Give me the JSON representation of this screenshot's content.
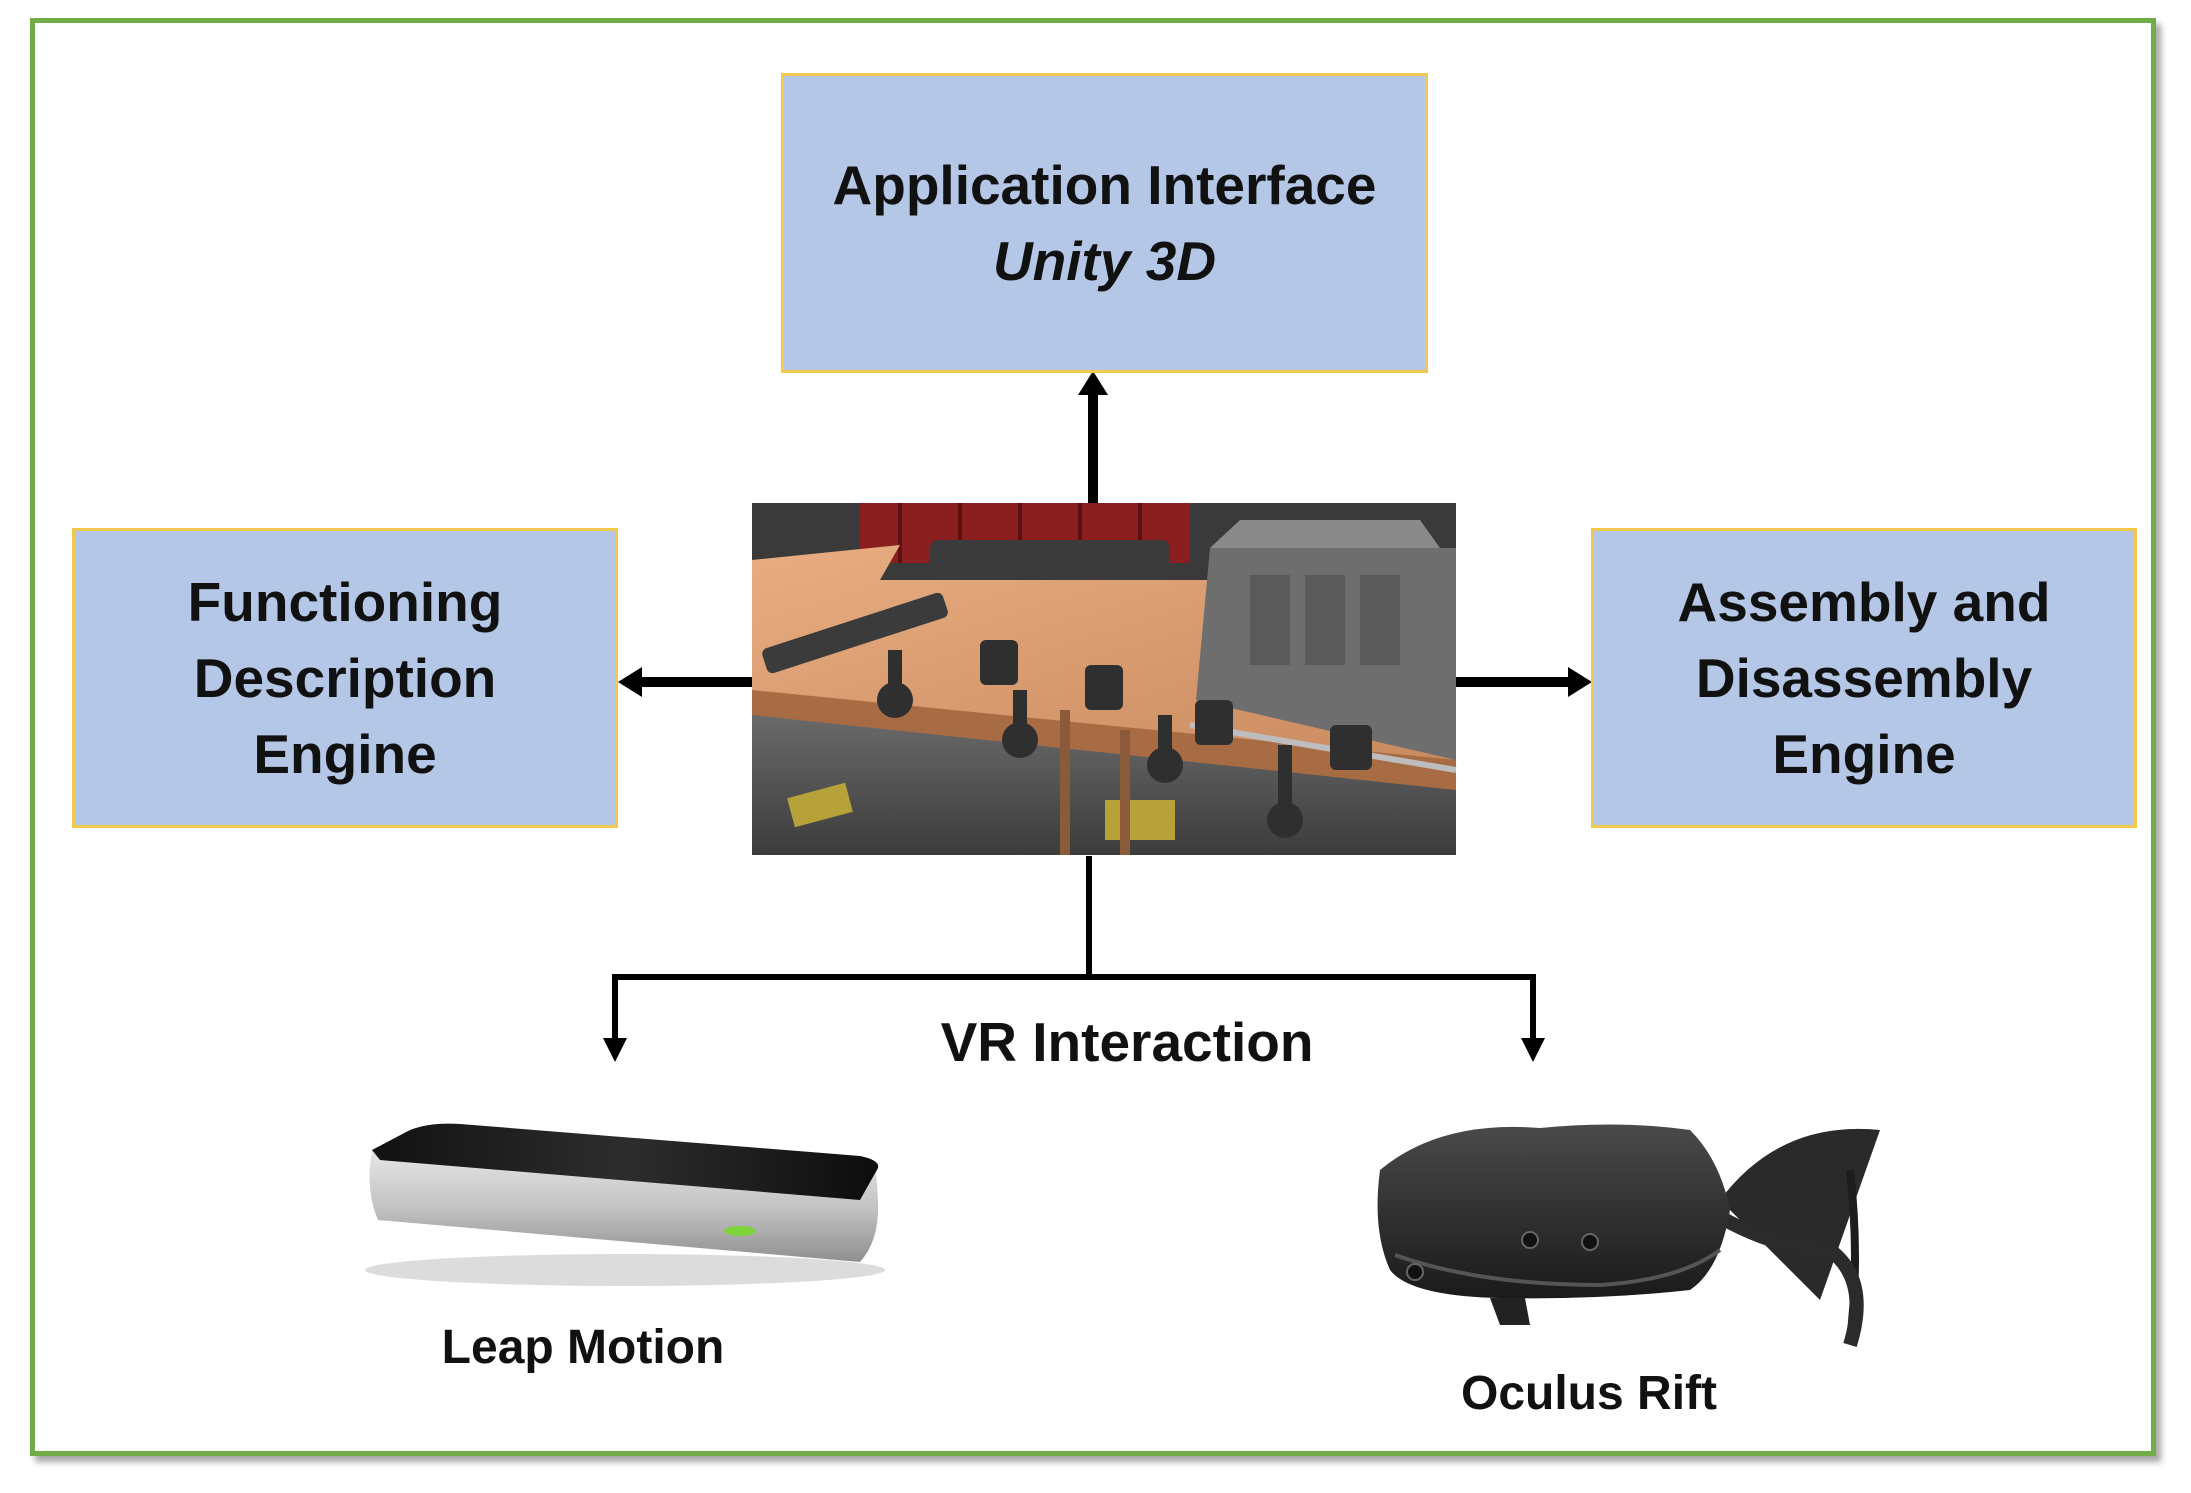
{
  "boxes": {
    "application": {
      "line1": "Application Interface",
      "line2": "Unity 3D"
    },
    "functioning": {
      "line1": "Functioning",
      "line2": "Description",
      "line3": "Engine"
    },
    "assembly": {
      "line1": "Assembly and",
      "line2": "Disassembly",
      "line3": "Engine"
    }
  },
  "labels": {
    "vr_interaction": "VR Interaction",
    "leap_motion": "Leap Motion",
    "oculus_rift": "Oculus Rift"
  },
  "colors": {
    "frame_border": "#70ad47",
    "box_fill": "#b4c7e7",
    "box_border": "#f2c94c",
    "arrow": "#000000"
  },
  "images": {
    "center": "engine-assembly-scene",
    "left_device": "leap-motion-device",
    "right_device": "oculus-rift-headset"
  }
}
